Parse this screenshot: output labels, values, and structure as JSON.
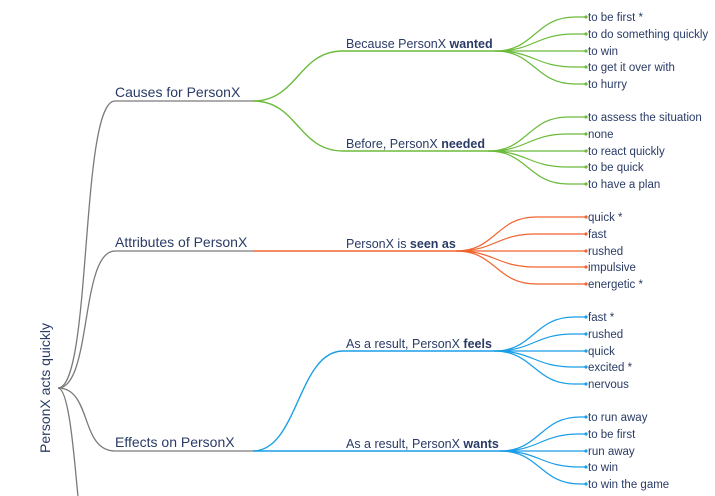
{
  "root": {
    "label": "PersonX acts quickly"
  },
  "categories": [
    {
      "label": "Causes for PersonX",
      "color": "#6cbb3c",
      "relations": [
        {
          "prefix": "Because PersonX ",
          "bold": "wanted",
          "leaves": [
            "to be first *",
            "to do something quickly",
            "to win",
            "to get it over with",
            "to hurry"
          ]
        },
        {
          "prefix": "Before, PersonX ",
          "bold": "needed",
          "leaves": [
            "to assess the situation",
            "none",
            "to react quickly",
            "to be quick",
            "to have a plan"
          ]
        }
      ]
    },
    {
      "label": "Attributes of PersonX",
      "color": "#f0652f",
      "relations": [
        {
          "prefix": "PersonX is ",
          "bold": "seen as",
          "leaves": [
            "quick *",
            "fast",
            "rushed",
            "impulsive",
            "energetic *"
          ]
        }
      ]
    },
    {
      "label": "Effects on PersonX",
      "color": "#1a9ee8",
      "relations": [
        {
          "prefix": "As a result, PersonX ",
          "bold": "feels",
          "leaves": [
            "fast *",
            "rushed",
            "quick",
            "excited *",
            "nervous"
          ]
        },
        {
          "prefix": "As a result, PersonX ",
          "bold": "wants",
          "leaves": [
            "to run away",
            "to be first",
            "run away",
            "to win",
            "to win the game"
          ]
        }
      ]
    }
  ],
  "colors": {
    "trunk": "#7a7a7a",
    "text": "#2a3b66"
  }
}
